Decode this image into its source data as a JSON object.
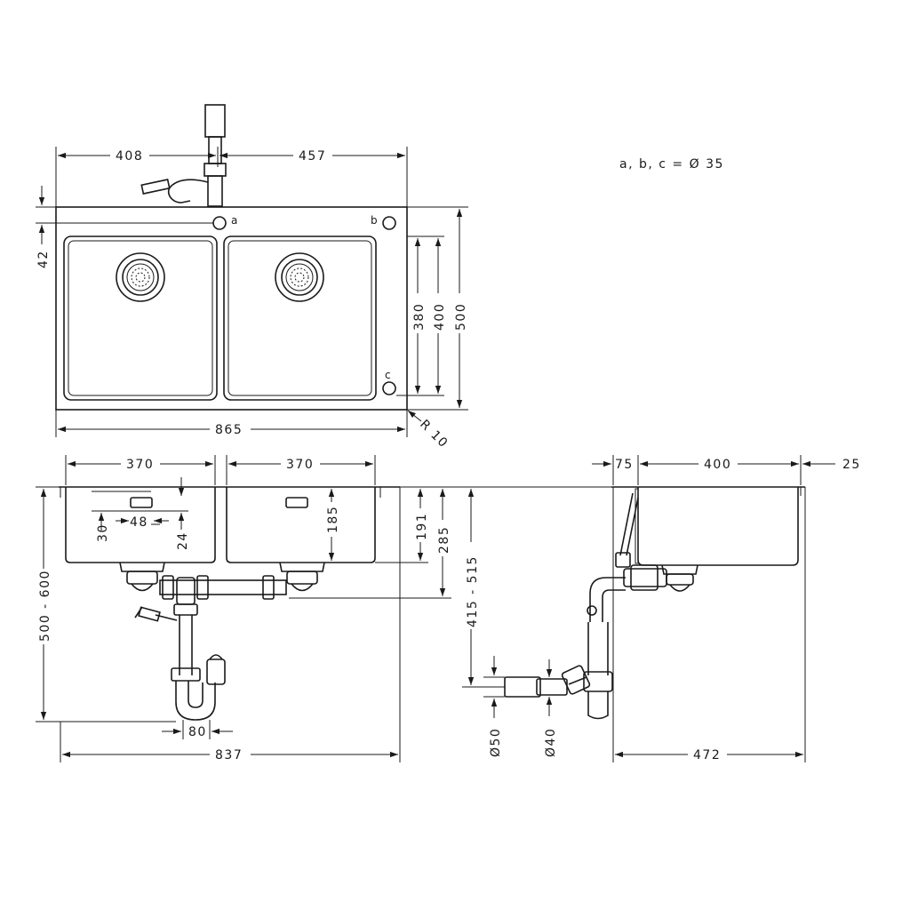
{
  "legend": {
    "hole_note": "a, b, c = Ø 35"
  },
  "hole_labels": {
    "a": "a",
    "b": "b",
    "c": "c"
  },
  "top_view": {
    "dim_left_width": "408",
    "dim_right_width": "457",
    "dim_top_offset": "42",
    "dim_bowl_depth_inner": "380",
    "dim_bowl_depth": "400",
    "dim_total_depth": "500",
    "dim_total_width": "865",
    "dim_radius": "R 10"
  },
  "front_view": {
    "dim_bowl_left": "370",
    "dim_bowl_right": "370",
    "dim_overflow_height": "30",
    "dim_overflow_width": "48",
    "dim_overflow_offset": "24",
    "dim_bowl_height": "185",
    "dim_depth_191": "191",
    "dim_depth_285": "285",
    "dim_cabinet_height": "500 - 600",
    "dim_trap_width": "80",
    "dim_total_width": "837"
  },
  "side_view": {
    "dim_rear": "75",
    "dim_bowl": "400",
    "dim_front": "25",
    "dim_drain_height": "415 - 515",
    "dim_pipe_50": "Ø50",
    "dim_pipe_40": "Ø40",
    "dim_total_depth": "472"
  }
}
